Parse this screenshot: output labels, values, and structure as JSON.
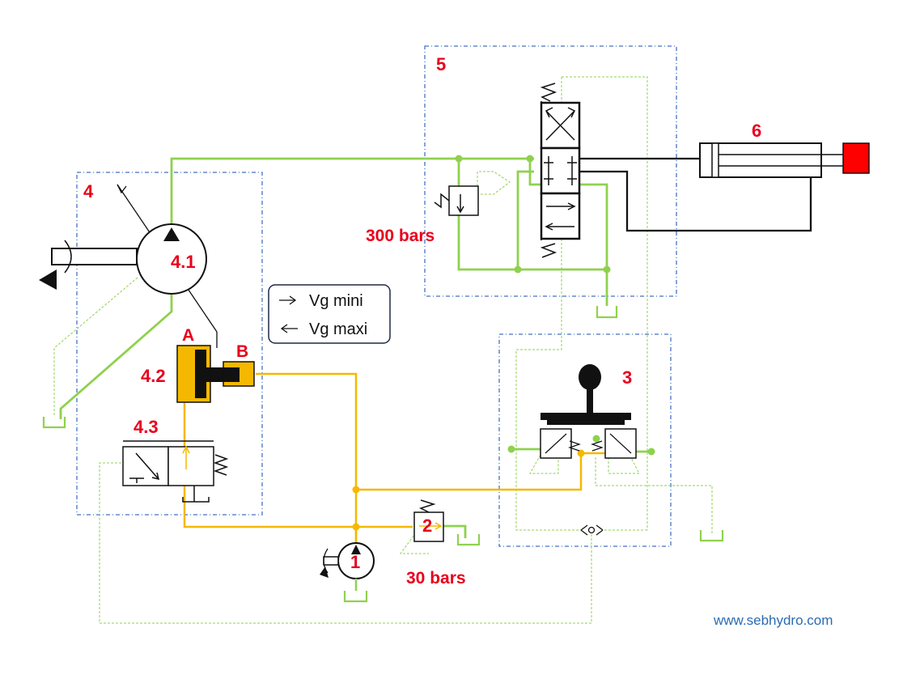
{
  "labels": {
    "pump_assembly": "4",
    "pump_main": "4.1",
    "servo_cylinder": "4.2",
    "servo_port_a": "A",
    "servo_port_b": "B",
    "control_valve": "4.3",
    "directional_block": "5",
    "main_relief_setting": "300 bars",
    "actuator": "6",
    "joystick_block": "3",
    "charge_relief": "2",
    "charge_relief_setting": "30 bars",
    "charge_pump": "1"
  },
  "legend": {
    "min_displacement": "Vg mini",
    "max_displacement": "Vg maxi"
  },
  "website": "www.sebhydro.com",
  "colors": {
    "main_line": "#8fd14f",
    "pilot_line": "#f6b800",
    "servo_fill": "#f5b800",
    "block_border": "#4472c4",
    "label_red": "#e8001c",
    "cylinder_rod_end": "#ff0000",
    "website_blue": "#2b6bb4"
  }
}
